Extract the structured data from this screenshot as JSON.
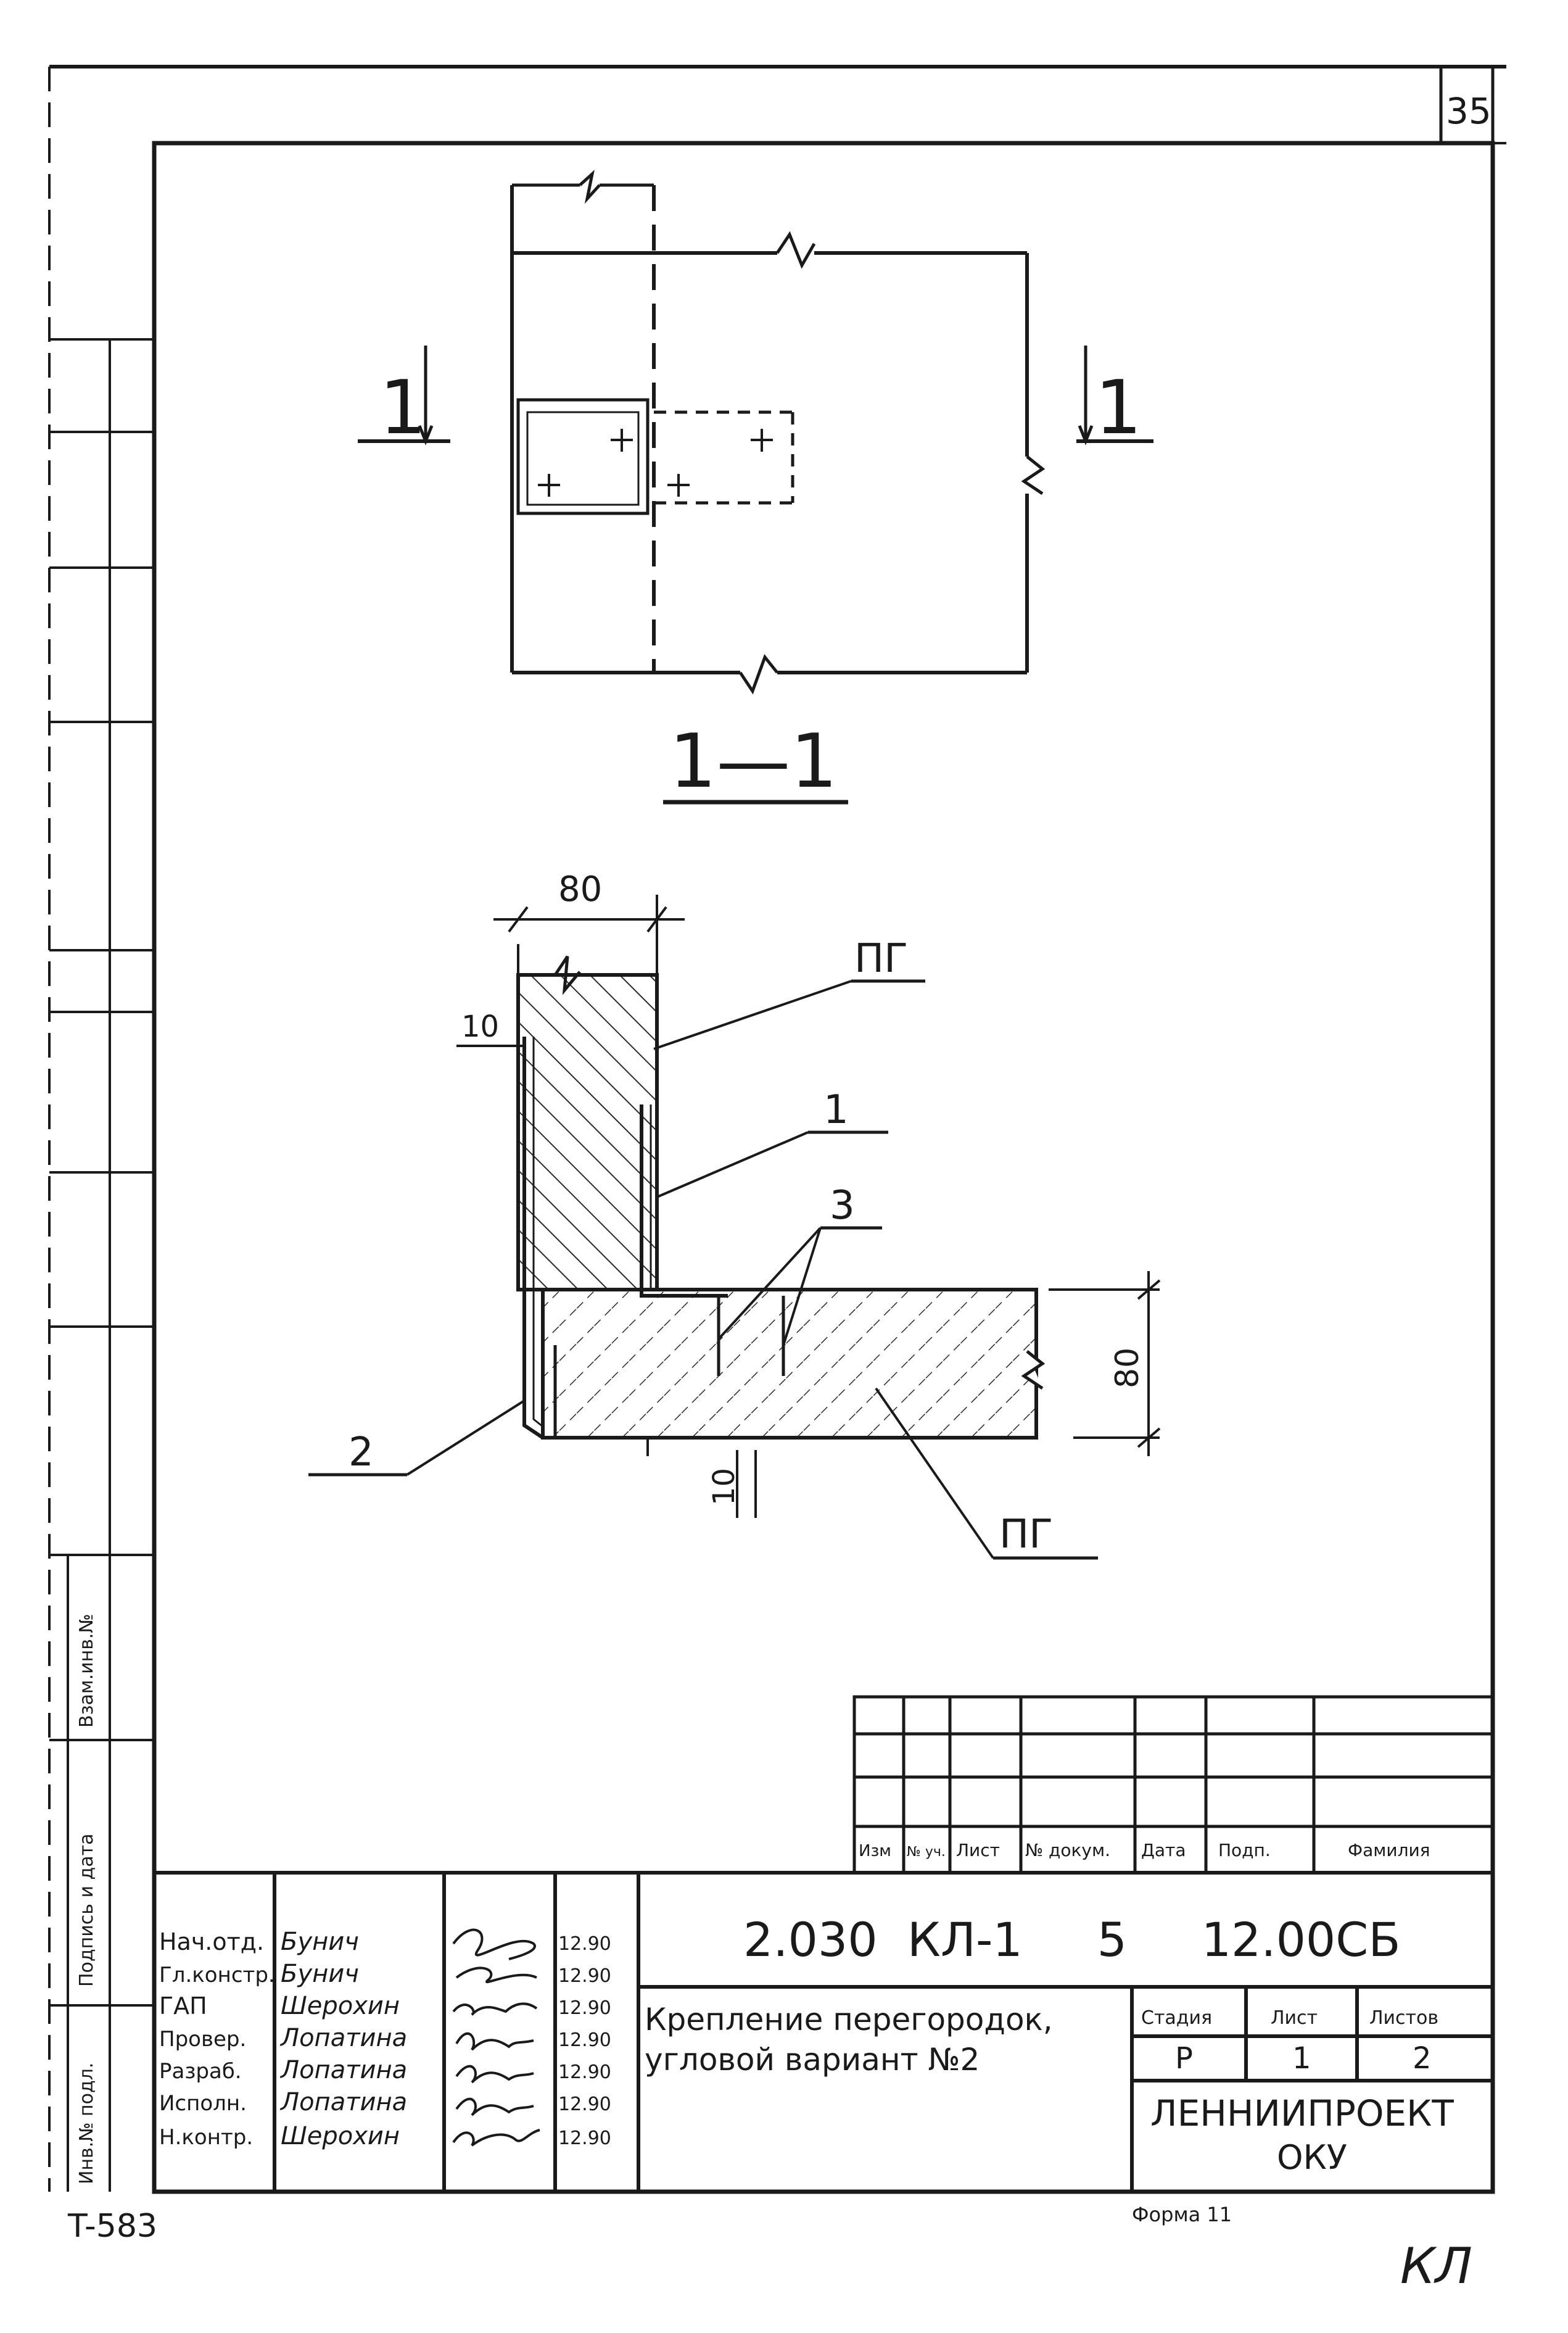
{
  "sheet": {
    "page_number": "35",
    "bottom_left_code": "T-583",
    "corner_mark": "КЛ",
    "form_label": "Форма 11"
  },
  "drawing": {
    "plan_section_mark_left": "1",
    "plan_section_mark_right": "1",
    "section_title": "1—1",
    "dim_width": "80",
    "dim_wall": "10",
    "dim_floor": "10",
    "dim_height": "80",
    "label_pg_top": "ПГ",
    "label_pg_bottom": "ПГ",
    "label_1": "1",
    "label_2": "2",
    "label_3": "3"
  },
  "side_stamp": {
    "field1": "Взам.инв.№",
    "field2": "Подпись и дата",
    "field3": "Инв.№ подл."
  },
  "revision_table": {
    "headers": [
      "Изм",
      "№ уч.",
      "Лист",
      "№ докум.",
      "Дата",
      "Подп.",
      "Фамилия"
    ]
  },
  "title_block": {
    "designation": "2.030  КЛ-1     5     12.00СБ",
    "title_line1": "Крепление перегородок,",
    "title_line2": "угловой вариант №2",
    "stage_header": "Стадия",
    "sheet_header": "Лист",
    "sheets_header": "Листов",
    "stage": "Р",
    "sheet": "1",
    "sheets": "2",
    "org_line1": "ЛЕННИИПРОЕКТ",
    "org_line2": "ОКУ",
    "roles": [
      {
        "role": "Нач.отд.",
        "name": "Бунич",
        "date": "12.90"
      },
      {
        "role": "Гл.констр.",
        "name": "Бунич",
        "date": "12.90"
      },
      {
        "role": "ГАП",
        "name": "Шерохин",
        "date": "12.90"
      },
      {
        "role": "Провер.",
        "name": "Лопатина",
        "date": "12.90"
      },
      {
        "role": "Разраб.",
        "name": "Лопатина",
        "date": "12.90"
      },
      {
        "role": "Исполн.",
        "name": "Лопатина",
        "date": "12.90"
      },
      {
        "role": "Н.контр.",
        "name": "Шерохин",
        "date": "12.90"
      }
    ]
  }
}
